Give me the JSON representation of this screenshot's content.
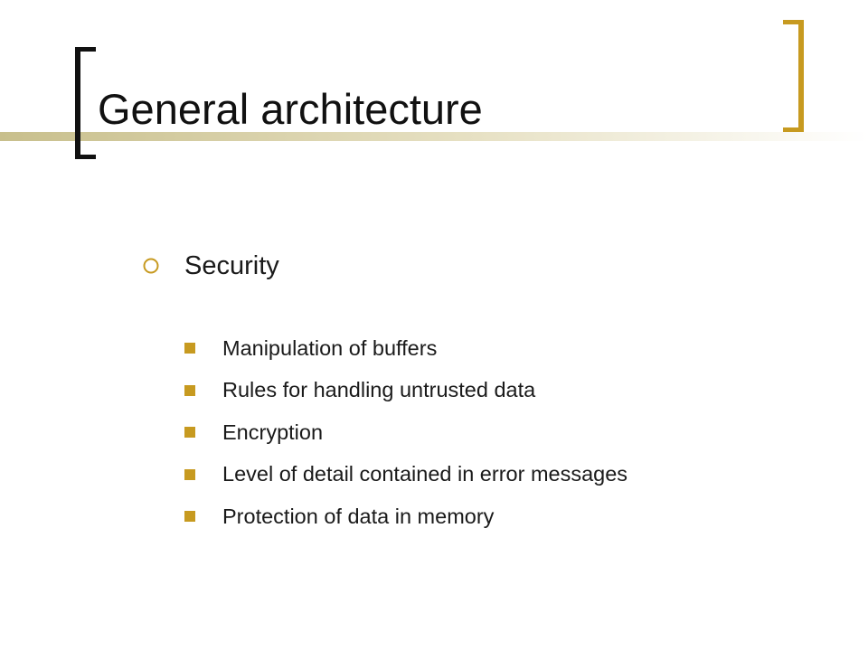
{
  "slide": {
    "title": "General architecture",
    "accent_color": "#c79a20",
    "bracket_dark_color": "#111111",
    "bullet": {
      "icon": "ring-bullet-icon",
      "text": "Security",
      "sub_bullets": [
        "Manipulation of buffers",
        "Rules for handling untrusted data",
        "Encryption",
        "Level of detail contained in error messages",
        "Protection of data in memory"
      ]
    }
  }
}
